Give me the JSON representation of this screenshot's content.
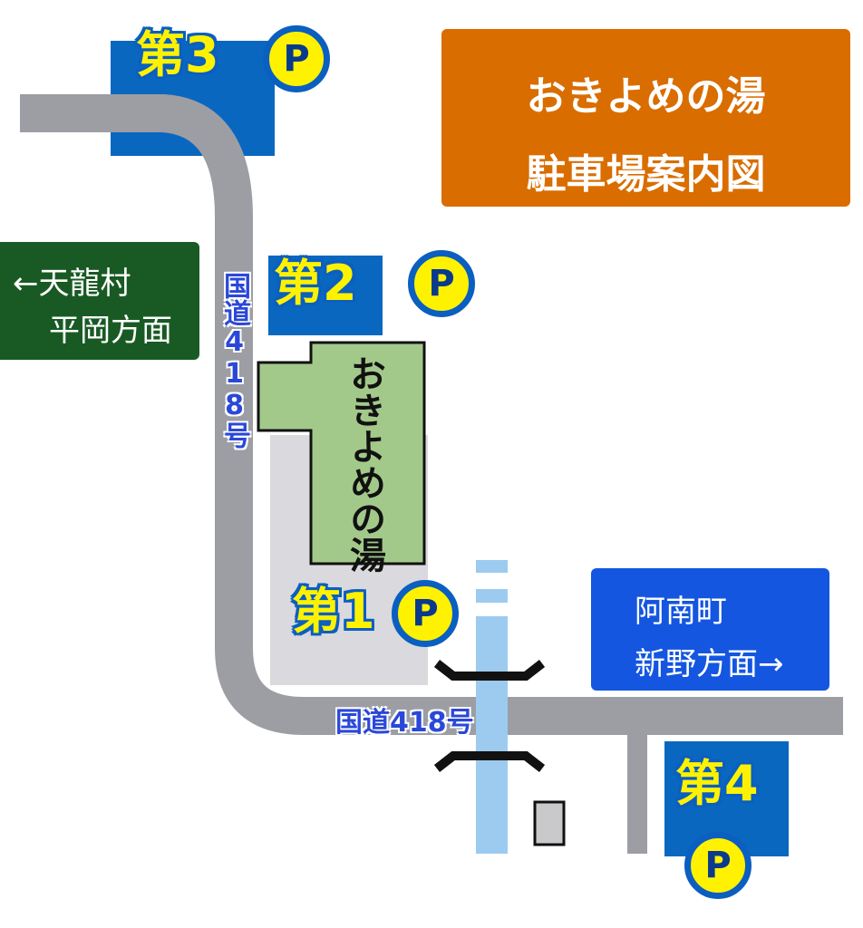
{
  "title": {
    "line1": "おきよめの湯",
    "line2": "駐車場案内図"
  },
  "building_label": "おきよめの湯",
  "west_sign": {
    "line1": "←天龍村",
    "line2": "平岡方面"
  },
  "east_sign": {
    "line1": "阿南町",
    "line2": "新野方面→"
  },
  "road_label": "国道418号",
  "parking": [
    {
      "label": "第1",
      "symbol": "P"
    },
    {
      "label": "第2",
      "symbol": "P"
    },
    {
      "label": "第3",
      "symbol": "P"
    },
    {
      "label": "第4",
      "symbol": "P"
    }
  ],
  "colors": {
    "road": "#9d9ea3",
    "title_bg": "#d96d00",
    "west_sign_bg": "#195a24",
    "east_sign_bg": "#1456e0",
    "parking_bg": "#0a67c0",
    "building": "#a3c98a",
    "river": "#9ccbef"
  }
}
